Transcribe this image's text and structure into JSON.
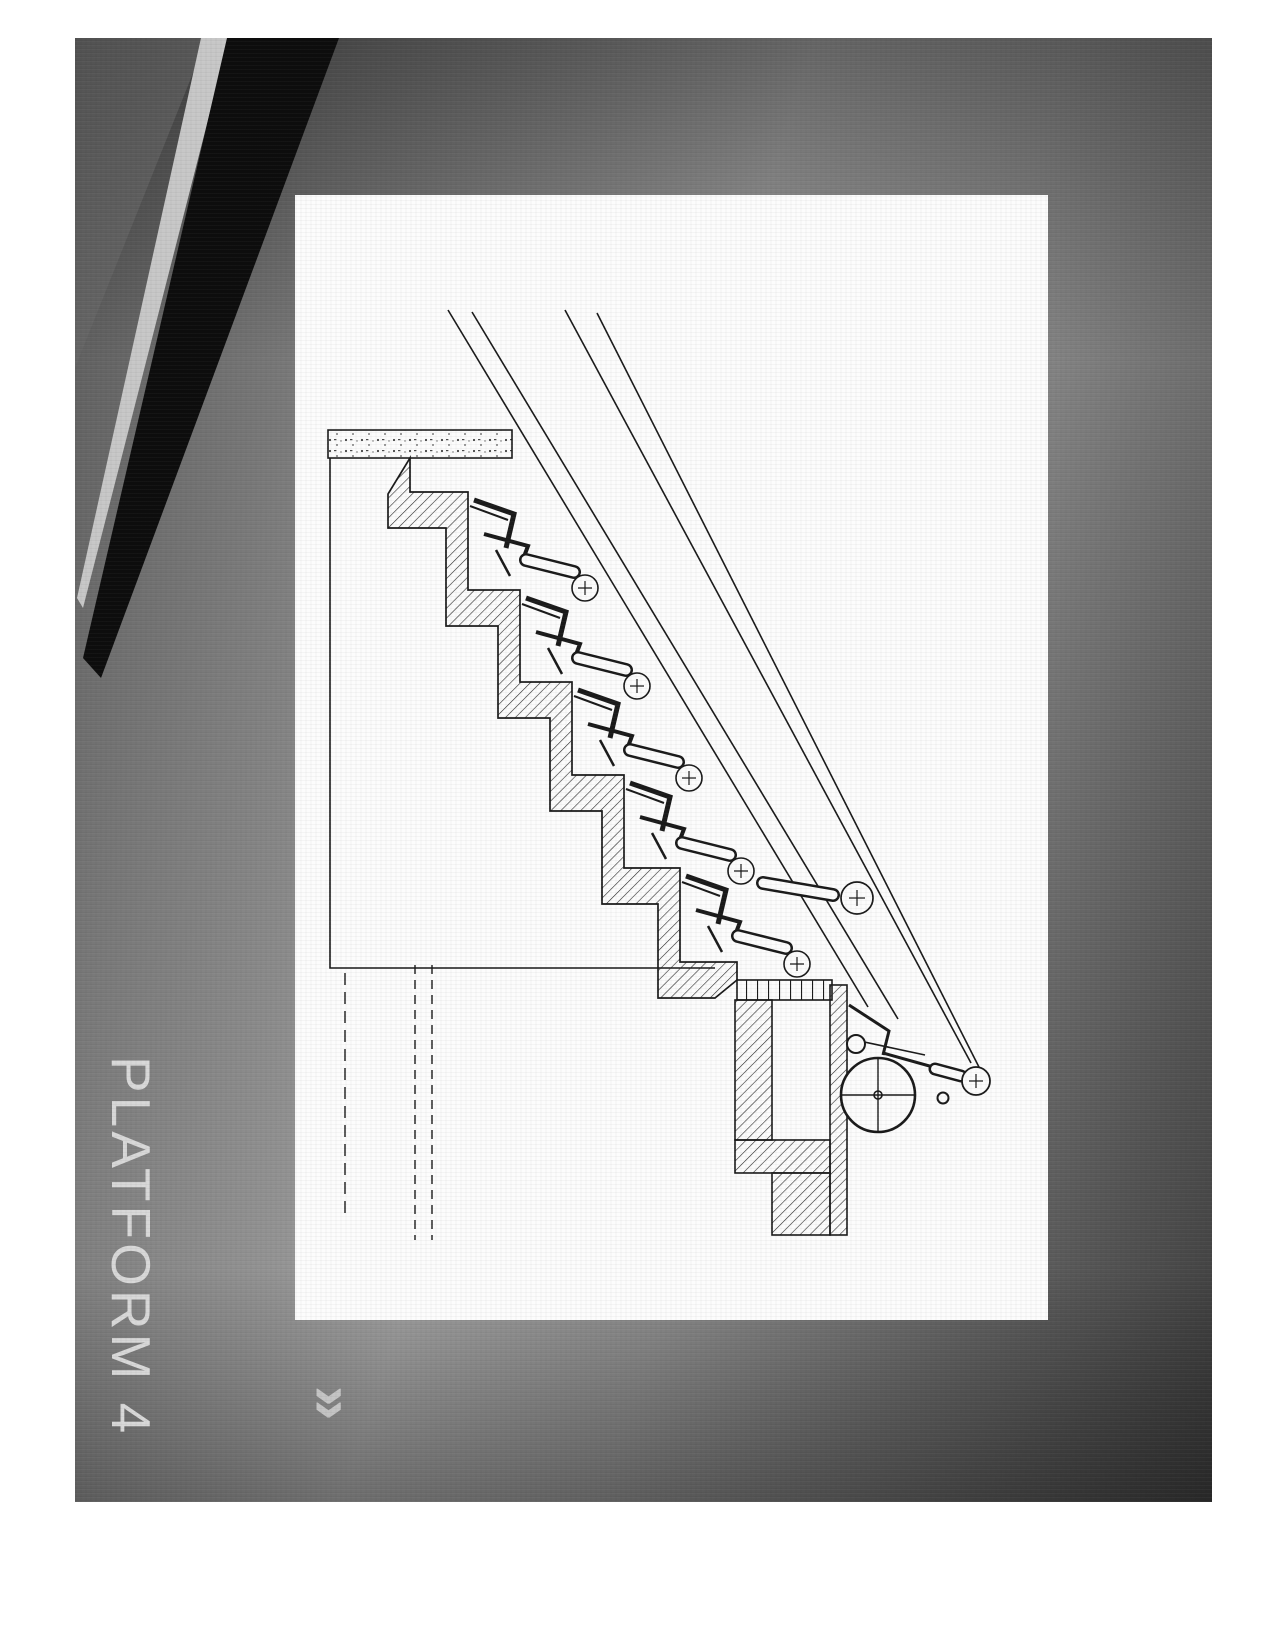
{
  "page": {
    "background": "#ffffff"
  },
  "slide": {
    "title": "PLATFORM 4",
    "title_color": "#d8d8d8",
    "chevron": "»",
    "colors": {
      "bg_dark": "#3a3a3a",
      "bg_mid": "#a2a2a2",
      "wedge_black": "#0d0d0d",
      "wedge_silver": "#c7c7c7"
    }
  },
  "drawing": {
    "ink": "#1a1a1a",
    "paper": "#fcfcfc",
    "seat_rows": 5,
    "sight_lines": 4,
    "features": [
      "stepped-concrete-grandstand-section",
      "tip-up-seats-on-risers",
      "head-position-markers",
      "wheelchair-platform",
      "platform-grating",
      "hidden-edge-dashed-lines"
    ]
  }
}
